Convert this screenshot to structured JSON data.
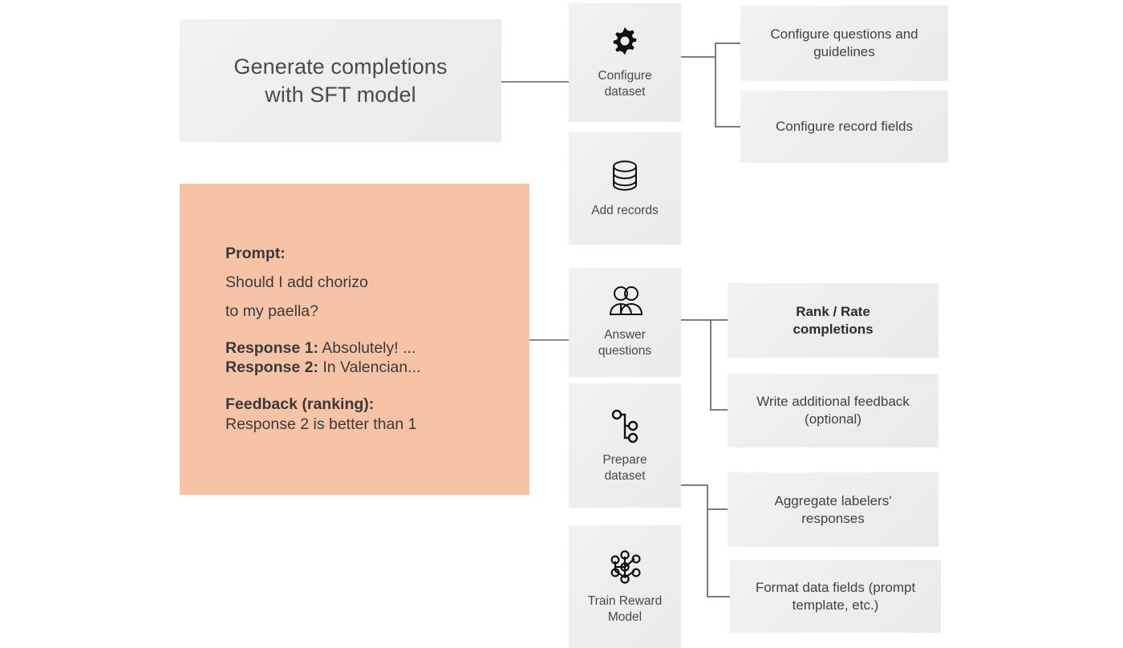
{
  "diagram": {
    "title_card": {
      "label": "Generate completions\nwith SFT model"
    },
    "prompt_card": {
      "prompt_title": "Prompt:",
      "prompt_line_1": "Should I add chorizo",
      "prompt_line_2": "to my paella?",
      "response_1_key": "Response 1:",
      "response_1_value": " Absolutely! ...",
      "response_2_key": "Response 2:",
      "response_2_value": " In Valencian...",
      "feedback_title": "Feedback (ranking):",
      "feedback_value": "Response 2 is better than 1",
      "accent_color": "#f6c3a6"
    },
    "stages": [
      {
        "id": "configure-dataset",
        "label": "Configure\ndataset",
        "icon": "gear-icon"
      },
      {
        "id": "add-records",
        "label": "Add records",
        "icon": "database-icon"
      },
      {
        "id": "answer-questions",
        "label": "Answer\nquestions",
        "icon": "two-people-icon"
      },
      {
        "id": "prepare-dataset",
        "label": "Prepare\ndataset",
        "icon": "branch-icon"
      },
      {
        "id": "train-reward-model",
        "label": "Train Reward\nModel",
        "icon": "network-nodes-icon"
      }
    ],
    "details": [
      {
        "id": "configure-questions-and-guidelines",
        "label": "Configure questions and\nguidelines",
        "bold": false
      },
      {
        "id": "configure-record-fields",
        "label": "Configure record fields",
        "bold": false
      },
      {
        "id": "rank-rate-completions",
        "label": "Rank / Rate\ncompletions",
        "bold": true
      },
      {
        "id": "write-additional-feedback",
        "label": "Write additional feedback\n(optional)",
        "bold": false
      },
      {
        "id": "aggregate-labelers-responses",
        "label": "Aggregate labelers'\nresponses",
        "bold": false
      },
      {
        "id": "format-data-fields",
        "label": "Format data fields (prompt\ntemplate, etc.)",
        "bold": false
      }
    ],
    "colors": {
      "card_gray": "#efefef",
      "connector": "#8a8a8a",
      "text": "#41414a"
    }
  }
}
